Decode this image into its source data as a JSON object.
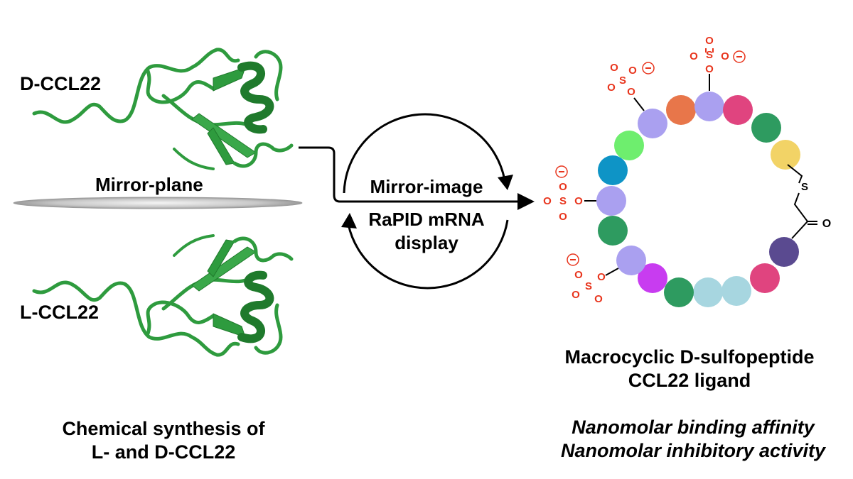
{
  "labels": {
    "d_protein": "D-CCL22",
    "l_protein": "L-CCL22",
    "mirror_plane": "Mirror-plane",
    "cycle_line1": "Mirror-image",
    "cycle_line2": "RaPID mRNA",
    "cycle_line3": "display"
  },
  "captions": {
    "left_line1": "Chemical synthesis of",
    "left_line2": "L- and D-CCL22",
    "right_line1": "Macrocyclic D-sulfopeptide",
    "right_line2": "CCL22 ligand",
    "right_italic1": "Nanomolar binding affinity",
    "right_italic2": "Nanomolar inhibitory activity"
  },
  "chem": {
    "sulfur": "S",
    "oxygen": "O",
    "carbonyl_oxygen": "O",
    "minus": "−"
  },
  "colors": {
    "protein_green": "#2e9b3e",
    "protein_dark": "#1f7a2c",
    "sulfate_red": "#e8341c",
    "residues": [
      "#aaa0f0",
      "#e8764a",
      "#aaa0f0",
      "#e0447f",
      "#2e9b60",
      "#f2d366",
      "#5a4a90",
      "#e0447f",
      "#a7d6e0",
      "#a7d6e0",
      "#2e9b60",
      "#c83cf0",
      "#aaa0f0",
      "#2e9b60",
      "#aaa0f0",
      "#0e94c6",
      "#6eee6e"
    ]
  }
}
